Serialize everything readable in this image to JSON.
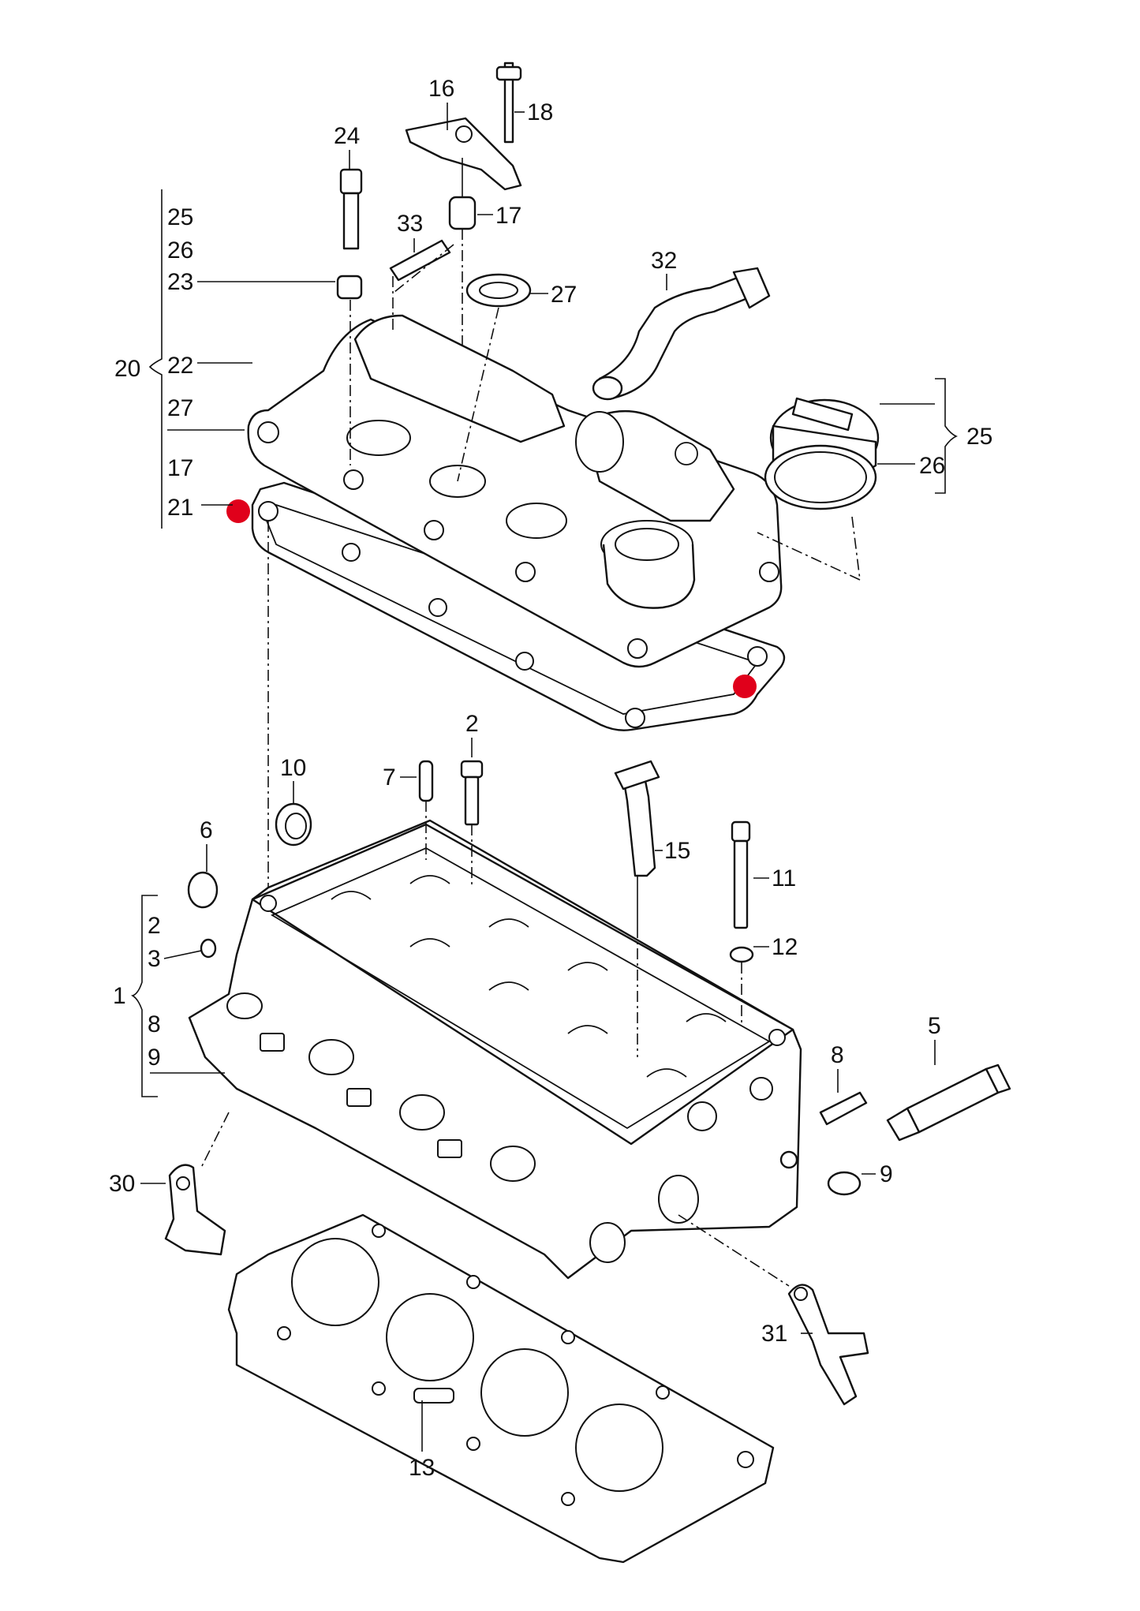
{
  "colors": {
    "line": "#111111",
    "marker": "#e0001b",
    "background": "#ffffff"
  },
  "labels": {
    "l16": "16",
    "l18": "18",
    "l24": "24",
    "l17a": "17",
    "l33": "33",
    "l32": "32",
    "l27a": "27",
    "l25a": "25",
    "l26a": "26",
    "l23": "23",
    "l20": "20",
    "l22": "22",
    "l27b": "27",
    "l17b": "17",
    "l21": "21",
    "l25b": "25",
    "l26b": "26",
    "l2a": "2",
    "l10": "10",
    "l7": "7",
    "l6": "6",
    "l15": "15",
    "l11": "11",
    "l12": "12",
    "l2b": "2",
    "l3": "3",
    "l1": "1",
    "l8a": "8",
    "l9a": "9",
    "l5": "5",
    "l8b": "8",
    "l9b": "9",
    "l30": "30",
    "l31": "31",
    "l13": "13"
  }
}
